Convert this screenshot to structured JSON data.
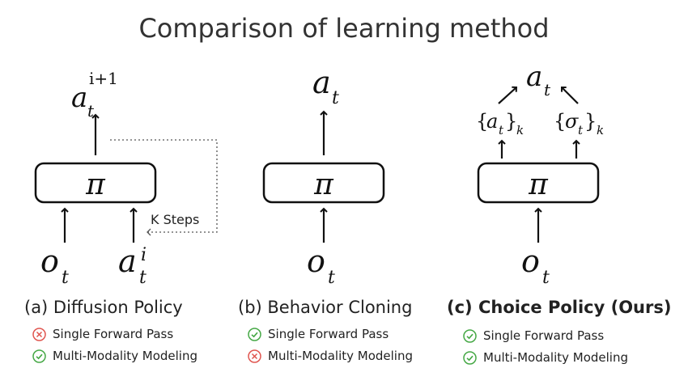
{
  "title": "Comparison of learning method",
  "panels": [
    {
      "caption": "(a) Diffusion Policy",
      "policy_symbol": "π",
      "inputs": [
        "o",
        "a"
      ],
      "input_subscript": "t",
      "input_superscript": "i",
      "output_base": "a",
      "output_subscript": "t",
      "output_superscript": "i+1",
      "loop_label": "K Steps",
      "features": [
        {
          "label": "Single Forward Pass",
          "status": "no",
          "icon": "cross-circle-icon"
        },
        {
          "label": "Multi-Modality Modeling",
          "status": "yes",
          "icon": "check-circle-icon"
        }
      ]
    },
    {
      "caption": "(b) Behavior Cloning",
      "policy_symbol": "π",
      "input_base": "o",
      "input_subscript": "t",
      "output_base": "a",
      "output_subscript": "t",
      "features": [
        {
          "label": "Single Forward Pass",
          "status": "yes",
          "icon": "check-circle-icon"
        },
        {
          "label": "Multi-Modality Modeling",
          "status": "no",
          "icon": "cross-circle-icon"
        }
      ]
    },
    {
      "caption": "(c) Choice Policy (Ours)",
      "policy_symbol": "π",
      "input_base": "o",
      "input_subscript": "t",
      "output_base": "a",
      "output_subscript": "t",
      "branch_left": {
        "open": "{",
        "base": "a",
        "sub": "t",
        "close": "}",
        "index": "k"
      },
      "branch_right": {
        "open": "{",
        "base": "σ",
        "sub": "t",
        "close": "}",
        "index": "k"
      },
      "features": [
        {
          "label": "Single Forward Pass",
          "status": "yes",
          "icon": "check-circle-icon"
        },
        {
          "label": "Multi-Modality Modeling",
          "status": "yes",
          "icon": "check-circle-icon"
        }
      ]
    }
  ],
  "colors": {
    "check": "#45a845",
    "cross": "#e0554f",
    "stroke": "#111111",
    "dotted": "#555555"
  }
}
